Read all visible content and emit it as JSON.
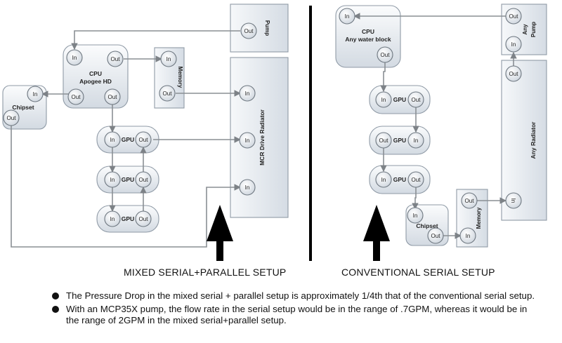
{
  "left": {
    "caption": "MIXED SERIAL+PARALLEL SETUP",
    "pump": "Pump",
    "cpu": [
      "CPU",
      "Apogee HD"
    ],
    "memory": "Memory",
    "chipset": "Chipset",
    "radiator": "MCR Drive Radiator",
    "gpu": "GPU"
  },
  "right": {
    "caption": "CONVENTIONAL SERIAL SETUP",
    "cpu": [
      "CPU",
      "Any water block"
    ],
    "pump": [
      "Any",
      "Pump"
    ],
    "radiator": "Any Radiator",
    "gpu": "GPU",
    "memory": "Memory",
    "chipset": "Chipset"
  },
  "ports": {
    "in": "In",
    "out": "Out"
  },
  "notes": [
    "The Pressure Drop in the mixed serial + parallel setup is approximately 1/4th that of the conventional serial setup.",
    "With an MCP35X pump, the flow rate in the serial setup would be in the range of .7GPM, whereas it would be in the range of 2GPM in the mixed serial+parallel setup."
  ]
}
